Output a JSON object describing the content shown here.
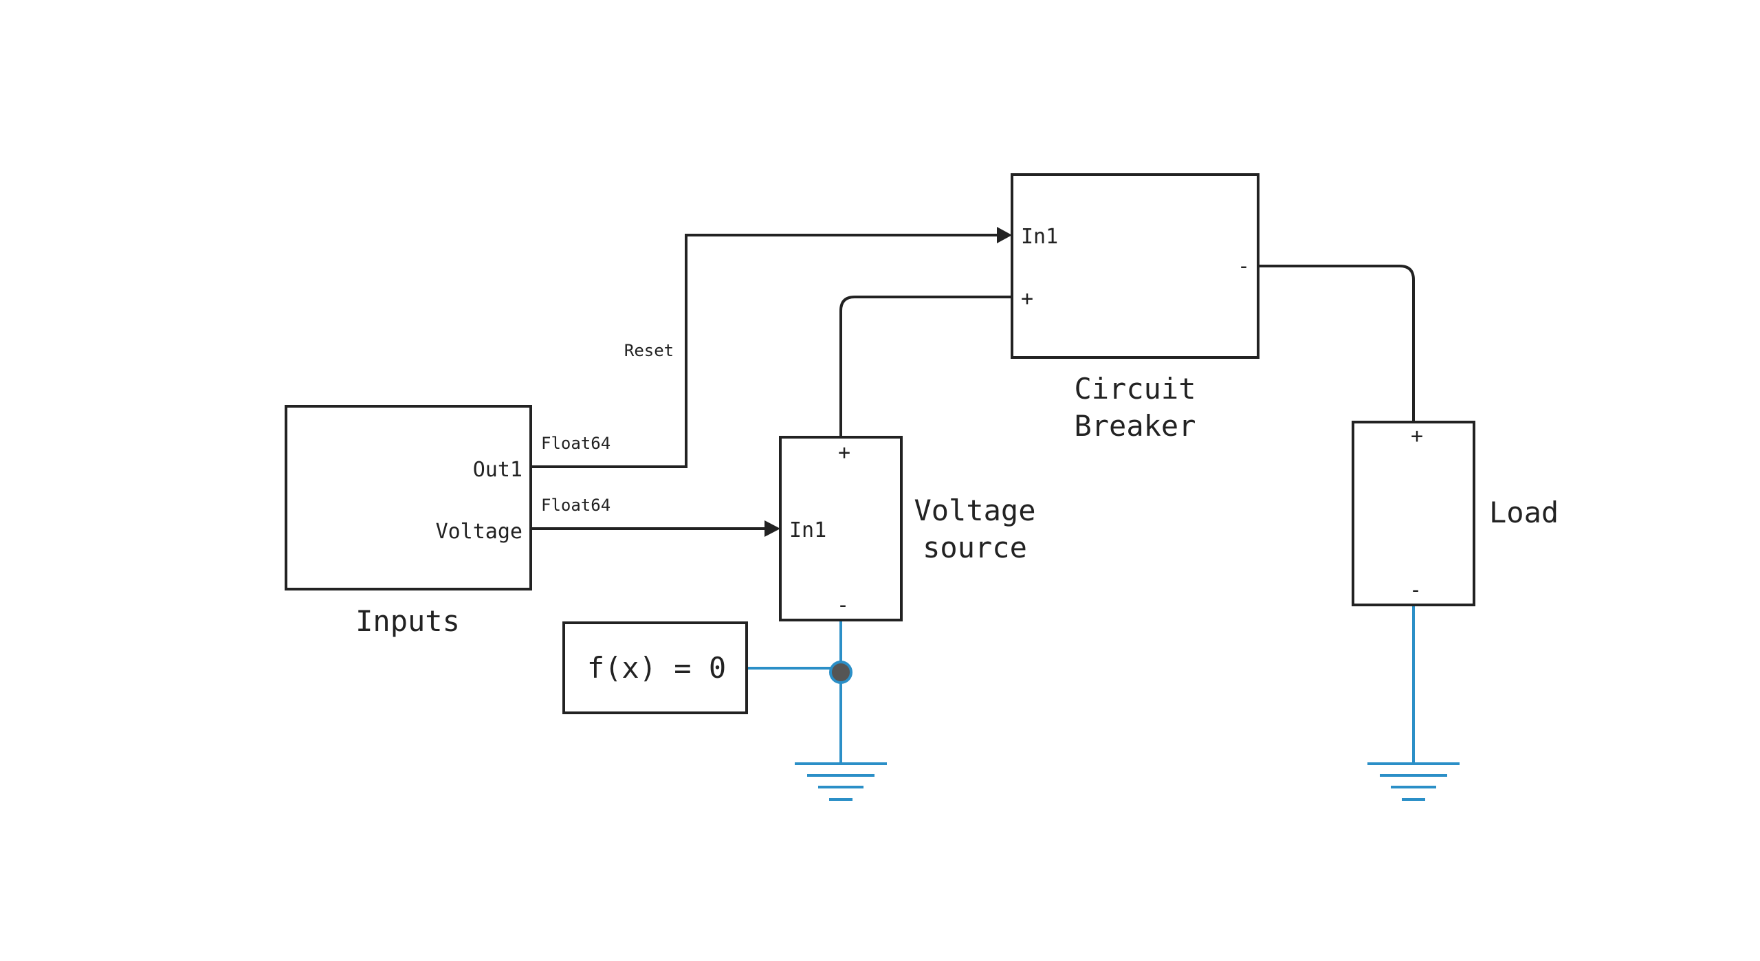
{
  "blocks": {
    "inputs": {
      "title": "Inputs",
      "ports": {
        "out1": "Out1",
        "voltage": "Voltage"
      }
    },
    "circuit_breaker": {
      "title_line1": "Circuit",
      "title_line2": "Breaker",
      "ports": {
        "in1": "In1",
        "plus": "+",
        "minus": "-"
      }
    },
    "voltage_source": {
      "title_line1": "Voltage",
      "title_line2": "source",
      "ports": {
        "in1": "In1",
        "plus": "+",
        "minus": "-"
      }
    },
    "load": {
      "title": "Load",
      "ports": {
        "plus": "+",
        "minus": "-"
      }
    },
    "function_block": {
      "label": "f(x) = 0"
    }
  },
  "signals": {
    "reset_label": "Reset",
    "out1_type": "Float64",
    "voltage_type": "Float64"
  },
  "colors": {
    "line": "#222222",
    "electrical_wire": "#2b8fc7",
    "junction_fill": "#555555"
  },
  "icons": [
    "ground-icon",
    "junction-node-icon",
    "arrowhead-icon"
  ]
}
